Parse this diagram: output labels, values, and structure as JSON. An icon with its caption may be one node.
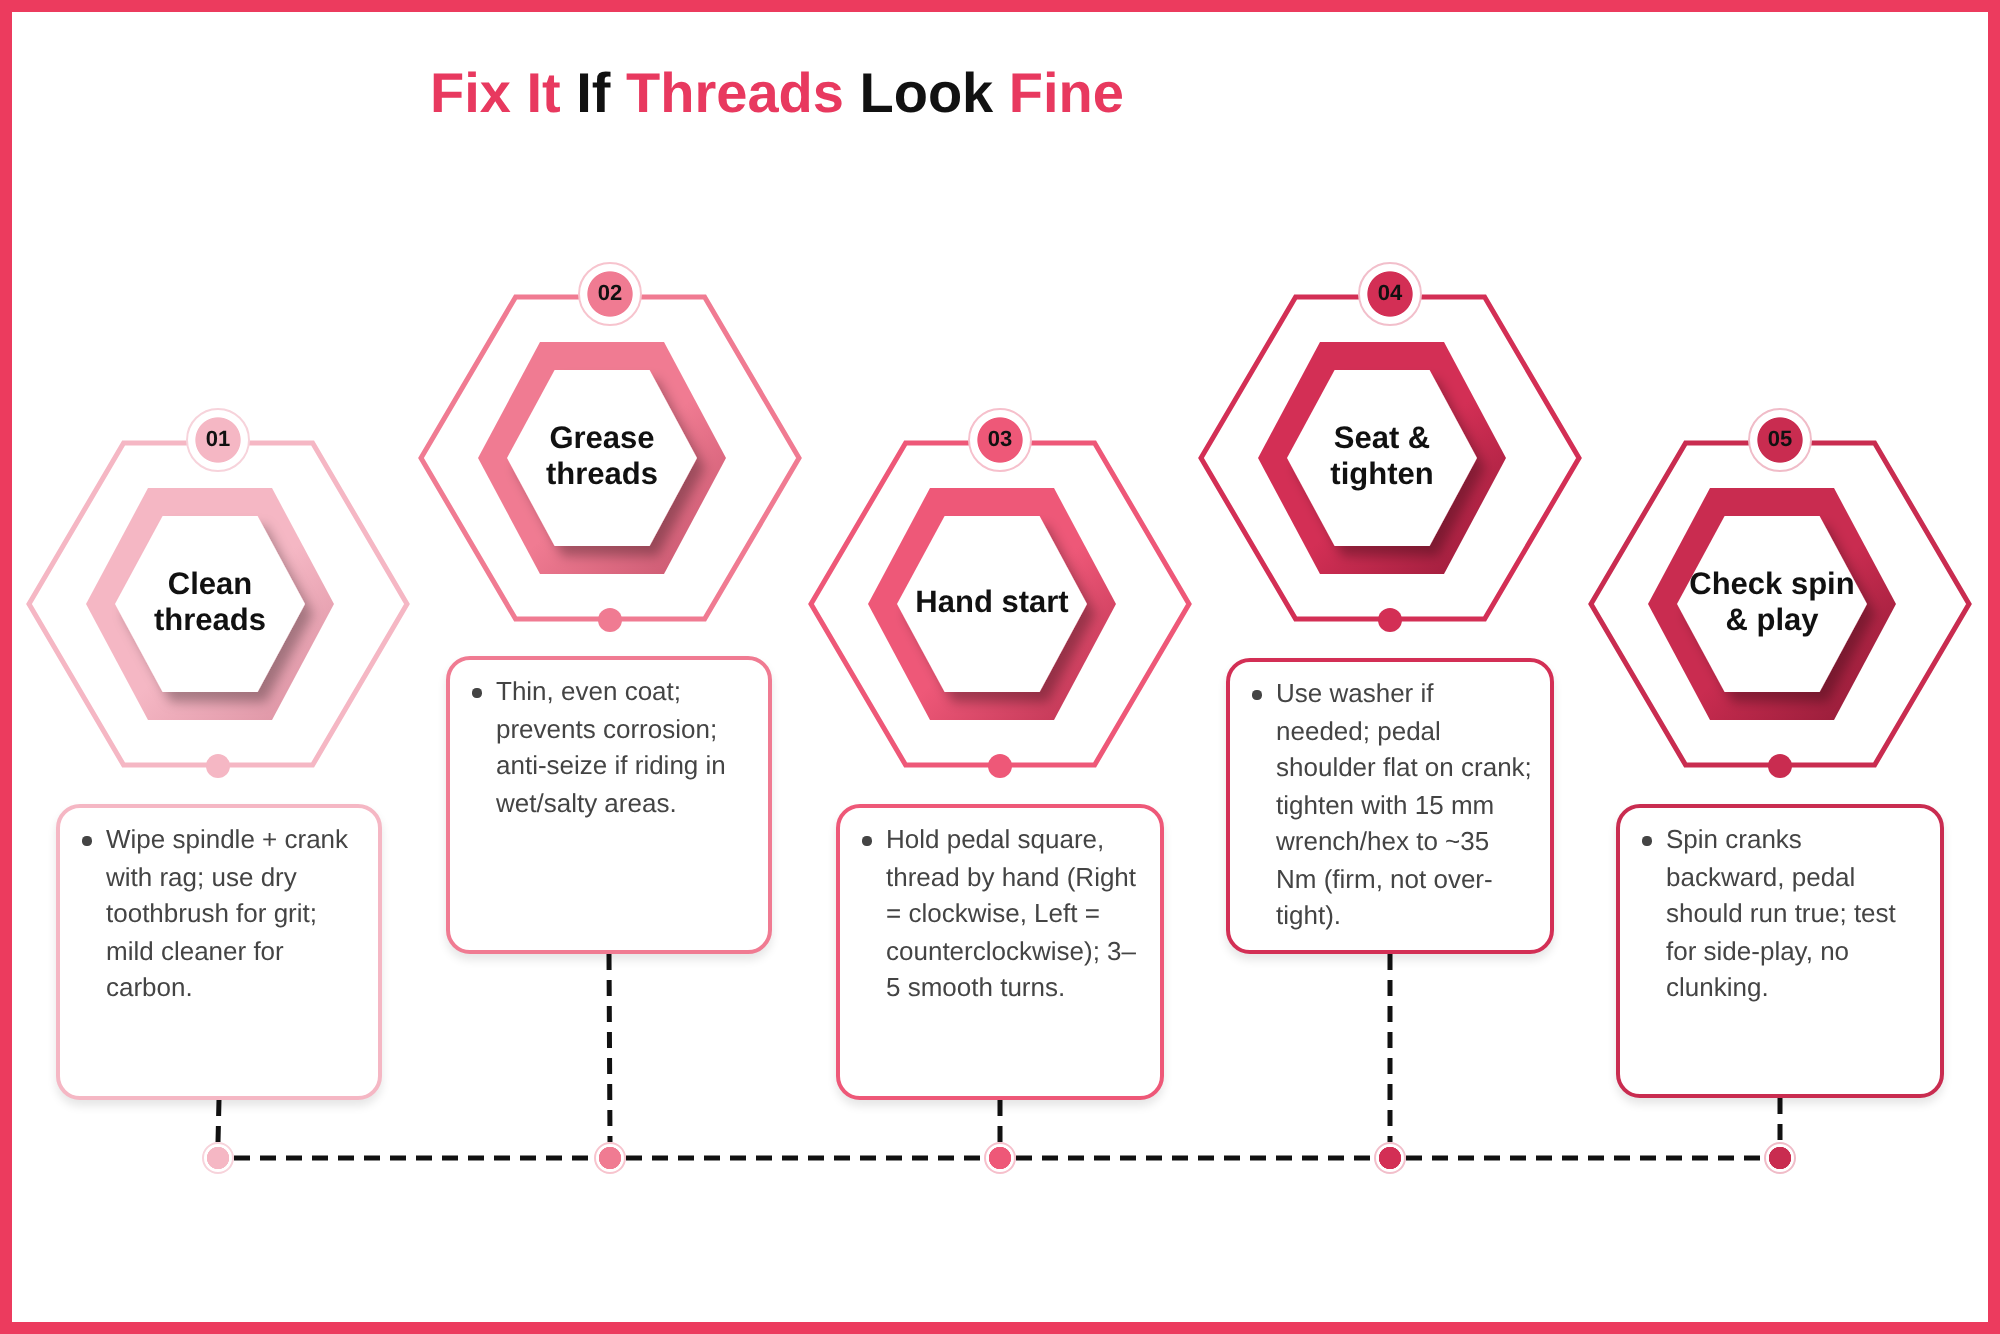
{
  "diagram": {
    "title": "Fix It If Threads Look Fine",
    "nodes": [
      {
        "text": [
          "01",
          "Clean threads"
        ]
      },
      {
        "text": [
          "Wipe spindle + crank with rag; use dry toothbrush for grit; mild cleaner for carbon."
        ]
      },
      {
        "text": [],
        "shape": "circle"
      },
      {
        "text": [
          "02",
          "Grease threads"
        ]
      },
      {
        "text": [
          "Thin, even coat; prevents corrosion; anti-seize if riding in wet/salty areas."
        ]
      },
      {
        "text": [],
        "shape": "circle"
      },
      {
        "text": [
          "03",
          "Hand start"
        ]
      },
      {
        "text": [
          "Hold pedal square, thread by hand (Right = clockwise, Left = counterclockwise); 3–5 smooth turns."
        ]
      },
      {
        "text": [],
        "shape": "circle"
      },
      {
        "text": [
          "04",
          "Seat & tighten"
        ]
      },
      {
        "text": [
          "Use washer if needed; pedal shoulder flat on crank; tighten with 15 mm wrench/hex to ~35 Nm (firm, not over-tight)."
        ]
      },
      {
        "text": [],
        "shape": "circle"
      },
      {
        "text": [
          "05",
          "Check spin & play"
        ]
      },
      {
        "text": [
          "Spin cranks backward, pedal should run true; test for side-play, no clunking."
        ]
      },
      {
        "text": [],
        "shape": "circle"
      }
    ],
    "edges": [
      {
        "from": 1,
        "to": 2,
        "arrow": "none",
        "style": "dashed"
      },
      {
        "from": 2,
        "to": 5,
        "arrow": "none",
        "style": "dashed"
      },
      {
        "from": 4,
        "to": 5,
        "arrow": "none",
        "style": "dashed"
      },
      {
        "from": 5,
        "to": 8,
        "arrow": "none",
        "style": "dashed"
      },
      {
        "from": 7,
        "to": 8,
        "arrow": "none",
        "style": "dashed"
      },
      {
        "from": 8,
        "to": 11,
        "arrow": "none",
        "style": "dashed"
      },
      {
        "from": 10,
        "to": 11,
        "arrow": "none",
        "style": "dashed"
      },
      {
        "from": 11,
        "to": 14,
        "arrow": "none",
        "style": "dashed"
      },
      {
        "from": 13,
        "to": 14,
        "arrow": "none",
        "style": "dashed"
      }
    ]
  }
}
